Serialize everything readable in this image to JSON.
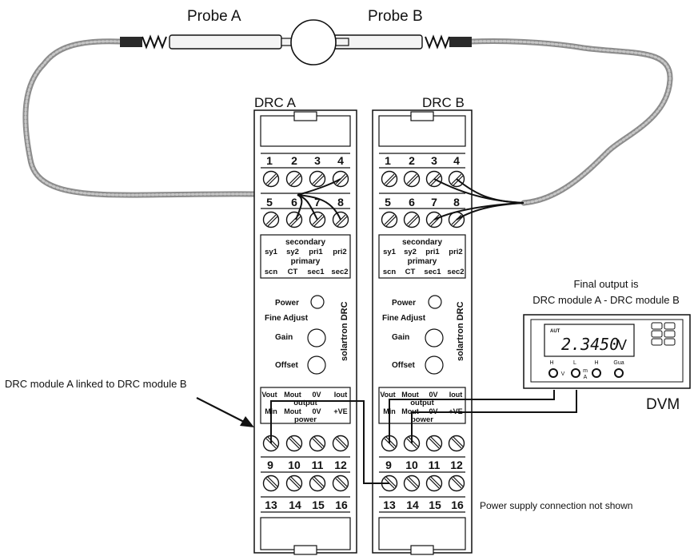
{
  "probes": {
    "a_label": "Probe A",
    "b_label": "Probe B"
  },
  "modules": [
    {
      "title": "DRC A",
      "top_terminals": [
        "1",
        "2",
        "3",
        "4"
      ],
      "mid_terminals": [
        "5",
        "6",
        "7",
        "8"
      ],
      "secondary_header": "secondary",
      "secondary_pins": [
        "sy1",
        "sy2",
        "pri1",
        "pri2"
      ],
      "primary_header": "primary",
      "primary_pins": [
        "scn",
        "CT",
        "sec1",
        "sec2"
      ],
      "power_label": "Power",
      "fine_adjust_label": "Fine Adjust",
      "gain_label": "Gain",
      "offset_label": "Offset",
      "brand": "solartron DRC",
      "output_pins": [
        "Vout",
        "Mout",
        "0V",
        "Iout"
      ],
      "output_header": "output",
      "power_pins": [
        "Min",
        "Mout",
        "0V",
        "+VE"
      ],
      "power_header": "power",
      "lower_terminals": [
        "9",
        "10",
        "11",
        "12"
      ],
      "bottom_terminals": [
        "13",
        "14",
        "15",
        "16"
      ]
    },
    {
      "title": "DRC B",
      "top_terminals": [
        "1",
        "2",
        "3",
        "4"
      ],
      "mid_terminals": [
        "5",
        "6",
        "7",
        "8"
      ],
      "secondary_header": "secondary",
      "secondary_pins": [
        "sy1",
        "sy2",
        "pri1",
        "pri2"
      ],
      "primary_header": "primary",
      "primary_pins": [
        "scn",
        "CT",
        "sec1",
        "sec2"
      ],
      "power_label": "Power",
      "fine_adjust_label": "Fine Adjust",
      "gain_label": "Gain",
      "offset_label": "Offset",
      "brand": "solartron DRC",
      "output_pins": [
        "Vout",
        "Mout",
        "0V",
        "Iout"
      ],
      "output_header": "output",
      "power_pins": [
        "Min",
        "Mout",
        "0V",
        "+VE"
      ],
      "power_header": "power",
      "lower_terminals": [
        "9",
        "10",
        "11",
        "12"
      ],
      "bottom_terminals": [
        "13",
        "14",
        "15",
        "16"
      ]
    }
  ],
  "dvm": {
    "caption_line1": "Final output is",
    "caption_line2": "DRC module A - DRC module B",
    "display_mode": "AUT",
    "display_value": "2.3450",
    "display_unit": "V",
    "terminal_labels": [
      "H",
      "L",
      "H",
      "Gua"
    ],
    "sub_labels": [
      "V",
      "m",
      "A"
    ],
    "name": "DVM"
  },
  "annotations": {
    "link_note": "DRC module A linked to DRC module B",
    "power_note": "Power supply connection not shown"
  },
  "colors": {
    "cable": "#9a9a9a",
    "line": "#111111",
    "panel": "#ffffff"
  }
}
